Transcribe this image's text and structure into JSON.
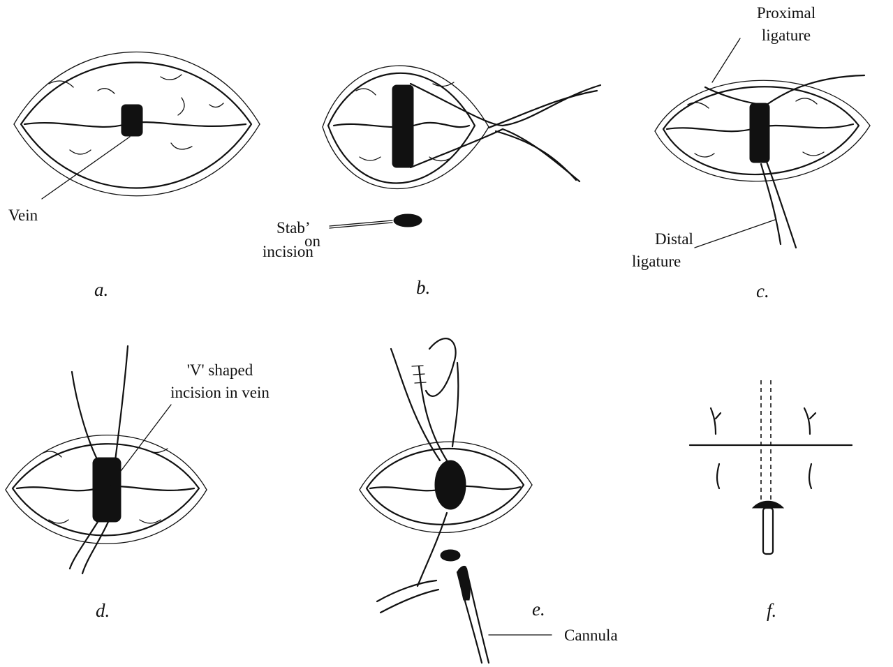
{
  "labels": {
    "vein": "Vein",
    "stab_incision_line1": "Stab",
    "stab_incision_mark": "’",
    "stab_incision_line2": "incision",
    "stab_incision_on": "on",
    "proximal_ligature_line1": "Proximal",
    "proximal_ligature_line2": "ligature",
    "distal_ligature_line1": "Distal",
    "distal_ligature_line2": "ligature",
    "v_incision_line1": "'V' shaped",
    "v_incision_line2": "incision in vein",
    "cannula": "Cannula"
  },
  "panels": {
    "a": "a.",
    "b": "b.",
    "c": "c.",
    "d": "d.",
    "e": "e.",
    "f": "f."
  }
}
